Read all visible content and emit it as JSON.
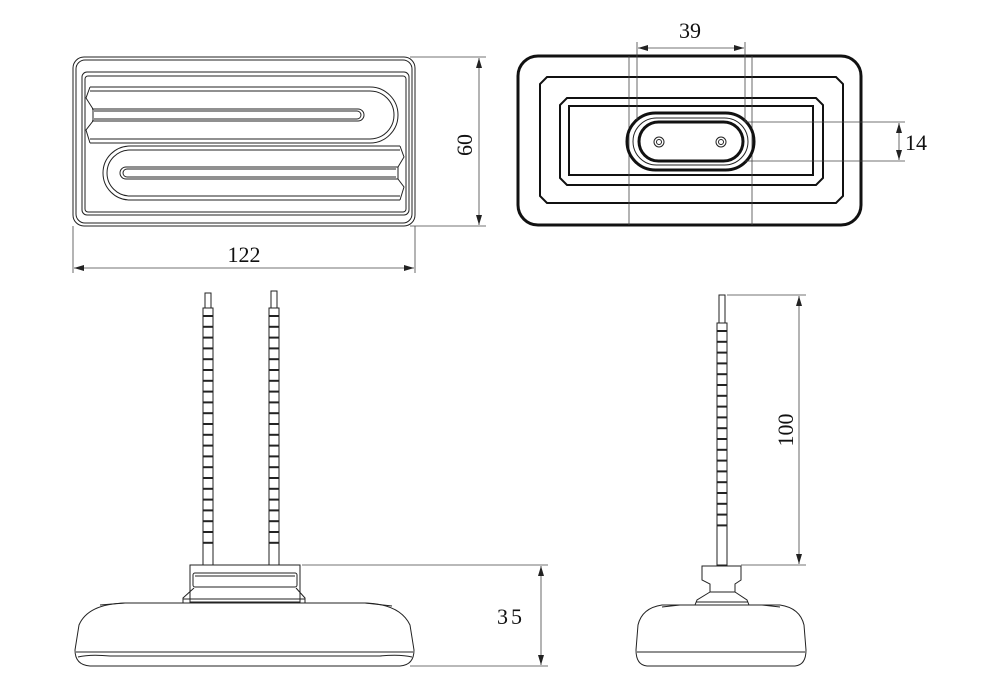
{
  "dimensions": {
    "length": "122",
    "width": "60",
    "pin_spacing": "39",
    "slot_width": "14",
    "base_height": "35",
    "lead_length": "100"
  },
  "colors": {
    "line": "#222222",
    "background": "#ffffff"
  }
}
